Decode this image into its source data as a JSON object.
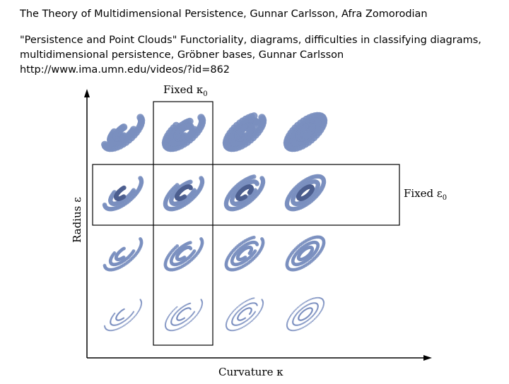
{
  "header": {
    "title": "The Theory of Multidimensional Persistence,  Gunnar Carlsson, Afra Zomorodian"
  },
  "references": {
    "line1": "\"Persistence and Point Clouds\" Functoriality, diagrams, difficulties in classifying diagrams,",
    "line2": "multidimensional persistence, Gröbner bases,  Gunnar Carlsson",
    "line3": "http://www.ima.umn.edu/videos/?id=862"
  },
  "figure": {
    "label_fixed_kappa": "Fixed κ",
    "label_fixed_kappa_sub": "0",
    "label_fixed_eps": "Fixed ε",
    "label_fixed_eps_sub": "0",
    "ylabel": "Radius ε",
    "xlabel": "Curvature κ",
    "colors": {
      "point": "#7a8fbf",
      "point_dark": "#4c5e8f",
      "frame": "#000000"
    }
  }
}
